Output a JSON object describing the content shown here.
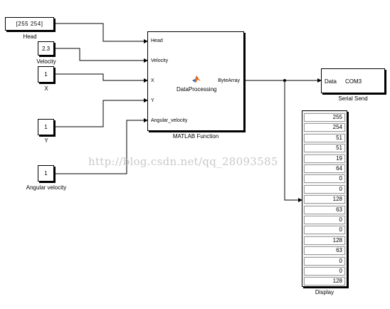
{
  "blocks": {
    "head": {
      "value": "[255   254]",
      "caption": "Head"
    },
    "velocity": {
      "value": "2.3",
      "caption": "Velocity"
    },
    "x": {
      "value": "1",
      "caption": "X"
    },
    "y": {
      "value": "1",
      "caption": "Y"
    },
    "angular": {
      "value": "1",
      "caption": "Angular velocity"
    },
    "matlab": {
      "caption": "MATLAB Function",
      "function_name": "DataProcessing",
      "inputs": [
        "Head",
        "Velocity",
        "X",
        "Y",
        "Angular_velocity"
      ],
      "output": "ByteArray",
      "icon": "matlab-logo-icon"
    },
    "serial": {
      "caption": "Serial Send",
      "port_label": "Data",
      "com": "COM3"
    },
    "display": {
      "caption": "Display",
      "values": [
        "255",
        "254",
        "51",
        "51",
        "19",
        "64",
        "0",
        "0",
        "128",
        "63",
        "0",
        "0",
        "128",
        "63",
        "0",
        "0",
        "128"
      ]
    }
  },
  "watermark": "http://blog.csdn.net/qq_28093585"
}
